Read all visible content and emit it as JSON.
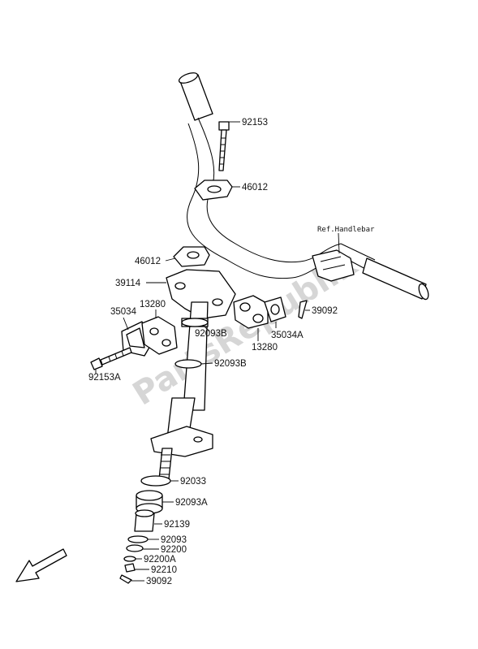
{
  "reference_label": "Ref.Handlebar",
  "watermark": "PartsRepublik",
  "labels": {
    "p92153_top": "92153",
    "p46012_top": "46012",
    "p46012_bottom": "46012",
    "p39114": "39114",
    "p35034": "35034",
    "p13280_left": "13280",
    "p92093B_left": "92093B",
    "p35034A": "35034A",
    "p13280_right": "13280",
    "p39092_top": "39092",
    "p92093B_stem": "92093B",
    "p92153A": "92153A",
    "p92033": "92033",
    "p92093A": "92093A",
    "p92139": "92139",
    "p92093": "92093",
    "p92200": "92200",
    "p92200A": "92200A",
    "p92210": "92210",
    "p39092_bottom": "39092"
  },
  "icons": {
    "direction_arrow": "front-direction-arrow-icon"
  }
}
